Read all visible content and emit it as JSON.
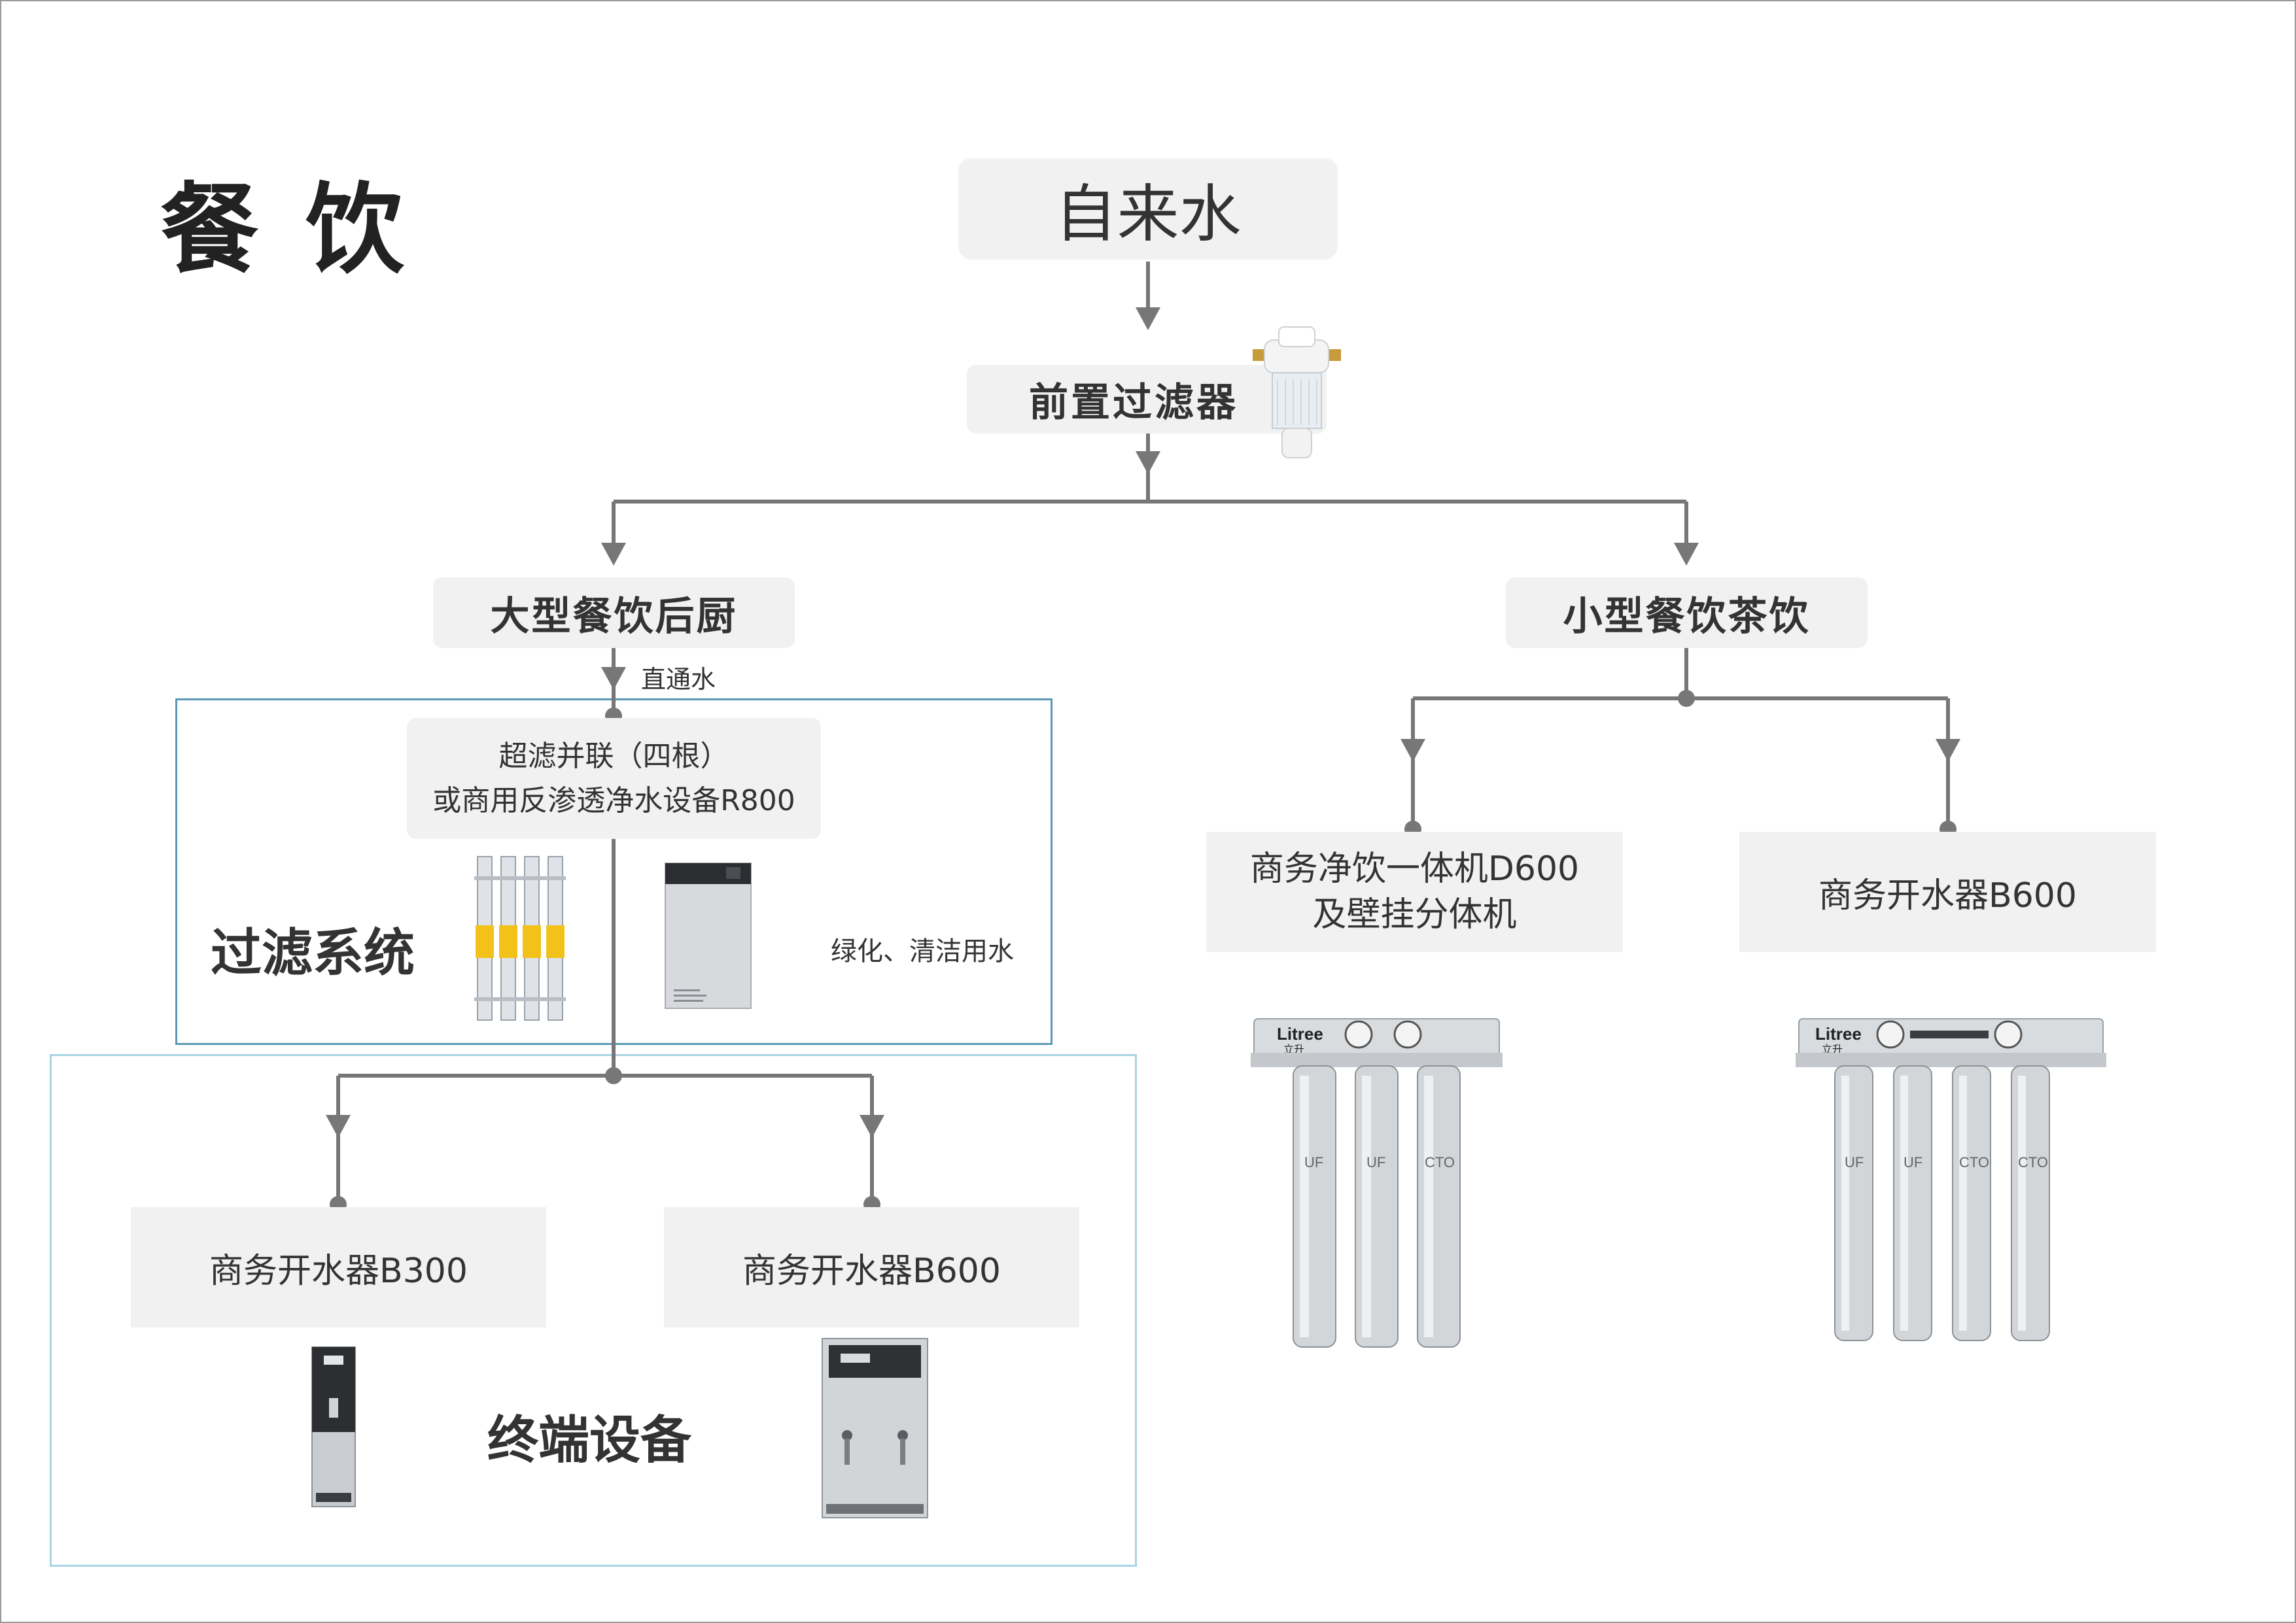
{
  "page": {
    "title": "餐 饮"
  },
  "nodes": {
    "tap_water": "自来水",
    "pre_filter": "前置过滤器",
    "large_kitchen": "大型餐饮后厨",
    "small_tea": "小型餐饮茶饮",
    "direct_water": "直通水",
    "uf_line1": "超滤并联（四根）",
    "uf_line2": "或商用反渗透净水设备R800",
    "greening": "绿化、清洁用水",
    "filter_system": "过滤系统",
    "terminal_devices": "终端设备",
    "b300_left": "商务开水器B300",
    "b600_left": "商务开水器B600",
    "d600_line1": "商务净饮一体机D600",
    "d600_line2": "及壁挂分体机",
    "b600_right": "商务开水器B600"
  },
  "product_labels": {
    "brand_en": "Litree",
    "brand_cn": "立升",
    "cartridge_uf": "UF",
    "cartridge_cto": "CTO"
  },
  "colors": {
    "connector": "#777777",
    "node_bg": "#f1f1f1",
    "filter_region_border": "#5a98b5",
    "terminal_region_border": "#a8d4e6"
  }
}
